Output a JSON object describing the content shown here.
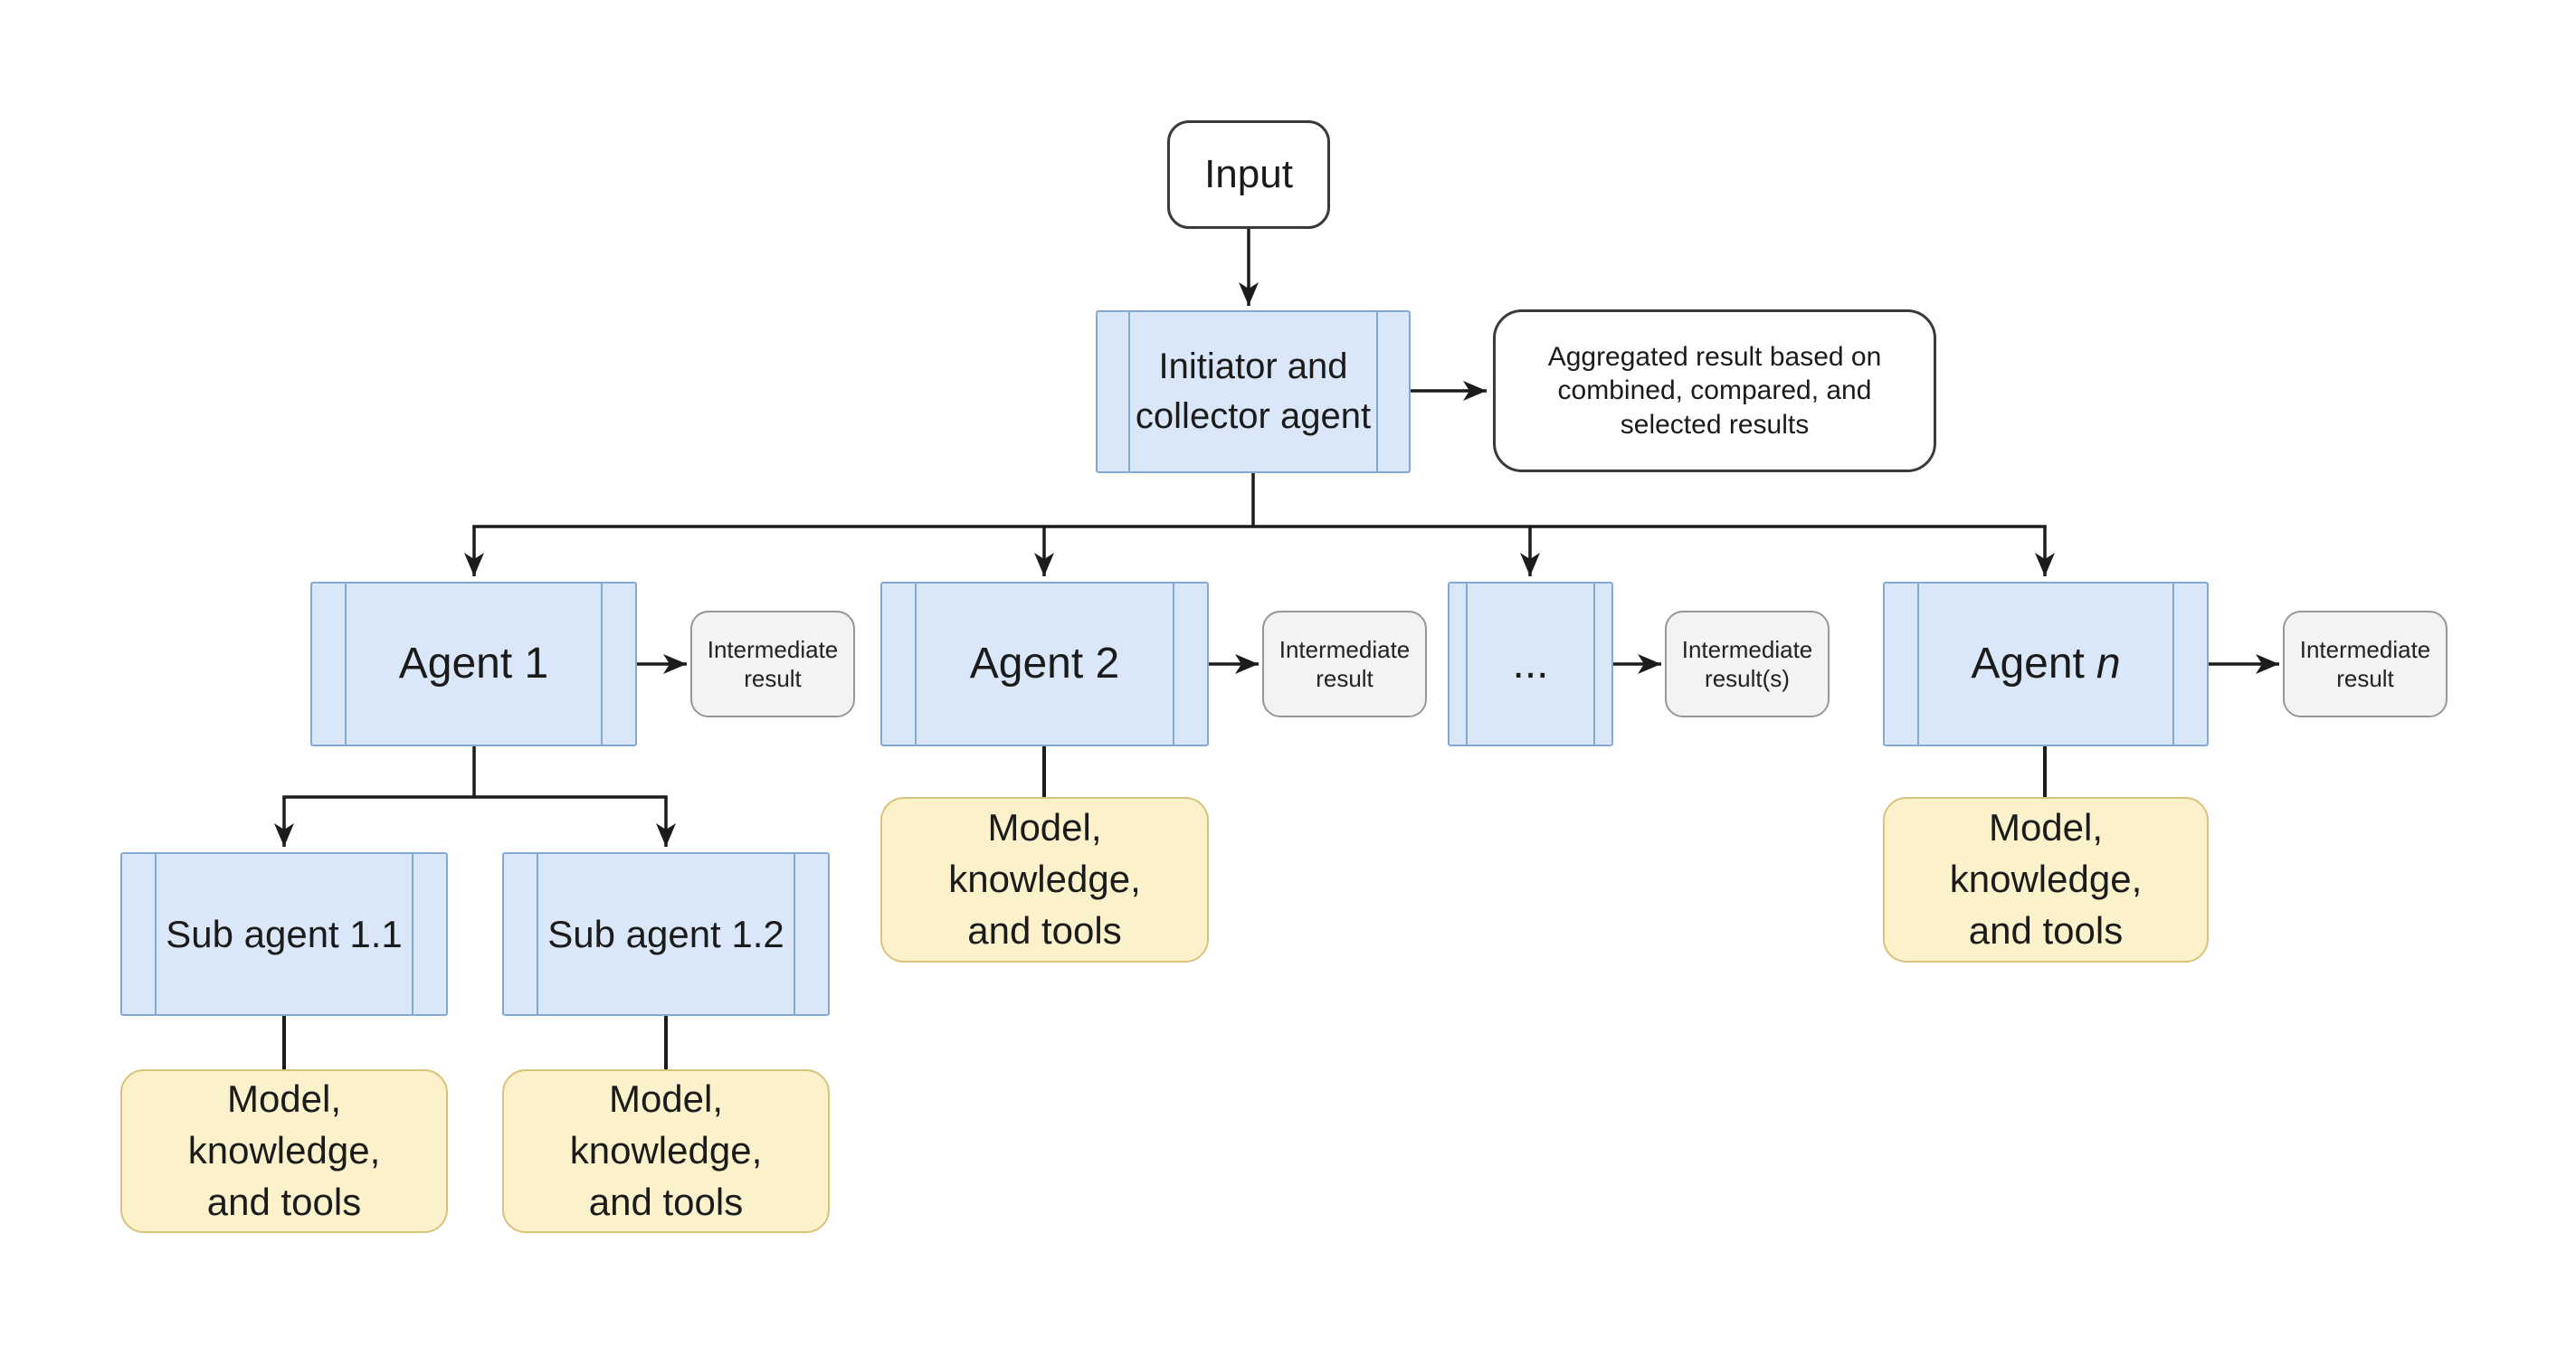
{
  "diagram": {
    "description": "Multi-agent orchestration flowchart",
    "colors": {
      "agent_fill": "#d9e7f8",
      "agent_border": "#84a9d8",
      "resource_fill": "#fbf1cb",
      "resource_border": "#d9c27a",
      "result_fill": "#f3f3f3",
      "result_border": "#979797",
      "terminal_fill": "#ffffff",
      "terminal_border": "#3a3a3a",
      "connector": "#1c1c1c",
      "text": "#1b1b1b"
    },
    "nodes": {
      "input": {
        "label": "Input"
      },
      "initiator": {
        "label": "Initiator and\ncollector agent"
      },
      "aggregated_result": {
        "label": "Aggregated result based on\ncombined, compared, and\nselected results"
      },
      "agent_1": {
        "label": "Agent 1"
      },
      "agent_2": {
        "label": "Agent 2"
      },
      "agent_ellipsis": {
        "label": "..."
      },
      "agent_n": {
        "prefix": "Agent",
        "variable": "n"
      },
      "sub_agent_1_1": {
        "label": "Sub agent 1.1"
      },
      "sub_agent_1_2": {
        "label": "Sub agent 1.2"
      },
      "intermediate_result_1": {
        "label": "Intermediate\nresult"
      },
      "intermediate_result_2": {
        "label": "Intermediate\nresult"
      },
      "intermediate_result_s": {
        "label": "Intermediate\nresult(s)"
      },
      "intermediate_result_n": {
        "label": "Intermediate\nresult"
      },
      "model_tools_agent_2": {
        "label": "Model,\nknowledge,\nand tools"
      },
      "model_tools_agent_n": {
        "label": "Model,\nknowledge,\nand tools"
      },
      "model_tools_sub_1_1": {
        "label": "Model,\nknowledge,\nand tools"
      },
      "model_tools_sub_1_2": {
        "label": "Model,\nknowledge,\nand tools"
      }
    }
  }
}
